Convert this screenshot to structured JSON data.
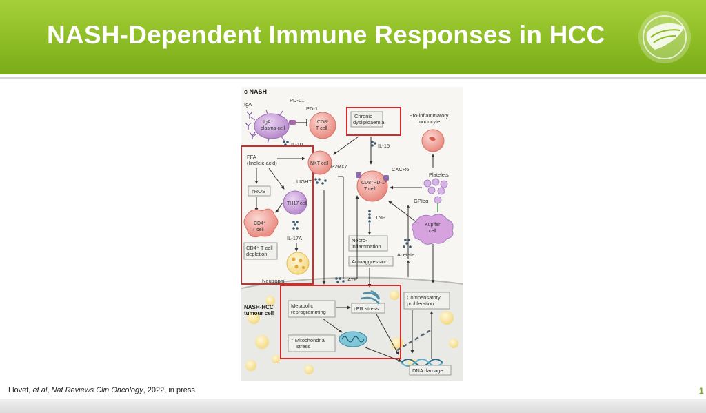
{
  "slide": {
    "title": "NASH-Dependent Immune Responses in HCC",
    "citation_prefix": "Llovet, ",
    "citation_etal": "et al",
    "citation_mid": ", ",
    "citation_journal": "Nat Reviews Clin Oncology",
    "citation_suffix": ", 2022, in press",
    "page_number": "1"
  },
  "diagram": {
    "panel_label": "c  NASH",
    "iga": "IgA",
    "pdl1": "PD-L1",
    "pd1": "PD-1",
    "iga_cell_1": "IgA⁺",
    "iga_cell_2": "plasma cell",
    "cd8_1": "CD8⁺",
    "cd8_2": "T cell",
    "il10": "IL-10",
    "chronic_1": "Chronic",
    "chronic_2": "dyslipidaemia",
    "il15": "IL-15",
    "monocyte_1": "Pro-inflammatory",
    "monocyte_2": "monocyte",
    "ffa_1": "FFA",
    "ffa_2": "(linoleic acid)",
    "nkt": "NKT cell",
    "p2rx7": "P2RX7",
    "cxcr6": "CXCR6",
    "light": "LIGHT",
    "ros": "↑ROS",
    "th17": "TH17 cell",
    "cd8pd1_1": "CD8⁺PD-1⁺",
    "cd8pd1_2": "T cell",
    "platelets": "Platelets",
    "gpiba": "GPIbα",
    "cd4_1": "CD4⁺",
    "cd4_2": "T cell",
    "tnf": "TNF",
    "kupffer_1": "Kupffer",
    "kupffer_2": "cell",
    "il17a": "IL-17A",
    "necro_1": "Necro-",
    "necro_2": "inflammation",
    "cd4dep_1": "CD4⁺ T cell",
    "cd4dep_2": "depletion",
    "acetate": "Acetate",
    "autoagg": "Autoaggression",
    "neutrophil": "Neutrophil",
    "atp": "ATP",
    "tumour_1": "NASH-HCC",
    "tumour_2": "tumour cell",
    "metab_1": "Metabolic",
    "metab_2": "reprogramming",
    "er": "↑ER stress",
    "comp_1": "Compensatory",
    "comp_2": "proliferation",
    "mito_1": "↑ Mitochondria",
    "mito_2": "stress",
    "dna": "DNA damage"
  },
  "colors": {
    "banner": "#8dbd24",
    "highlight_box": "#d42a2a",
    "cell_pink": "#f2a7a0",
    "cell_purple": "#c9a4d8",
    "tumour_fill": "#e8e8e4"
  }
}
